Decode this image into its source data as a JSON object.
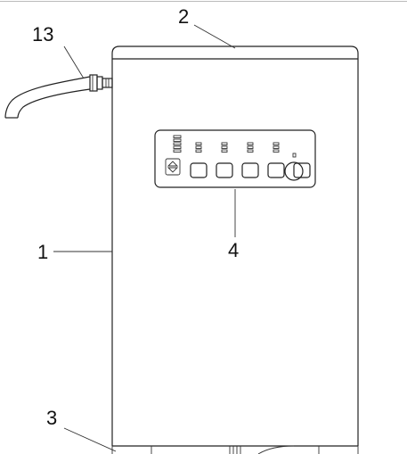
{
  "labels": {
    "device_body": "1",
    "top_cover": "2",
    "base": "3",
    "control_panel": "4",
    "hose": "13"
  },
  "control_panel": {
    "button_count": 5,
    "knob_count": 1
  },
  "colors": {
    "line": "#222222",
    "background": "#ffffff"
  }
}
